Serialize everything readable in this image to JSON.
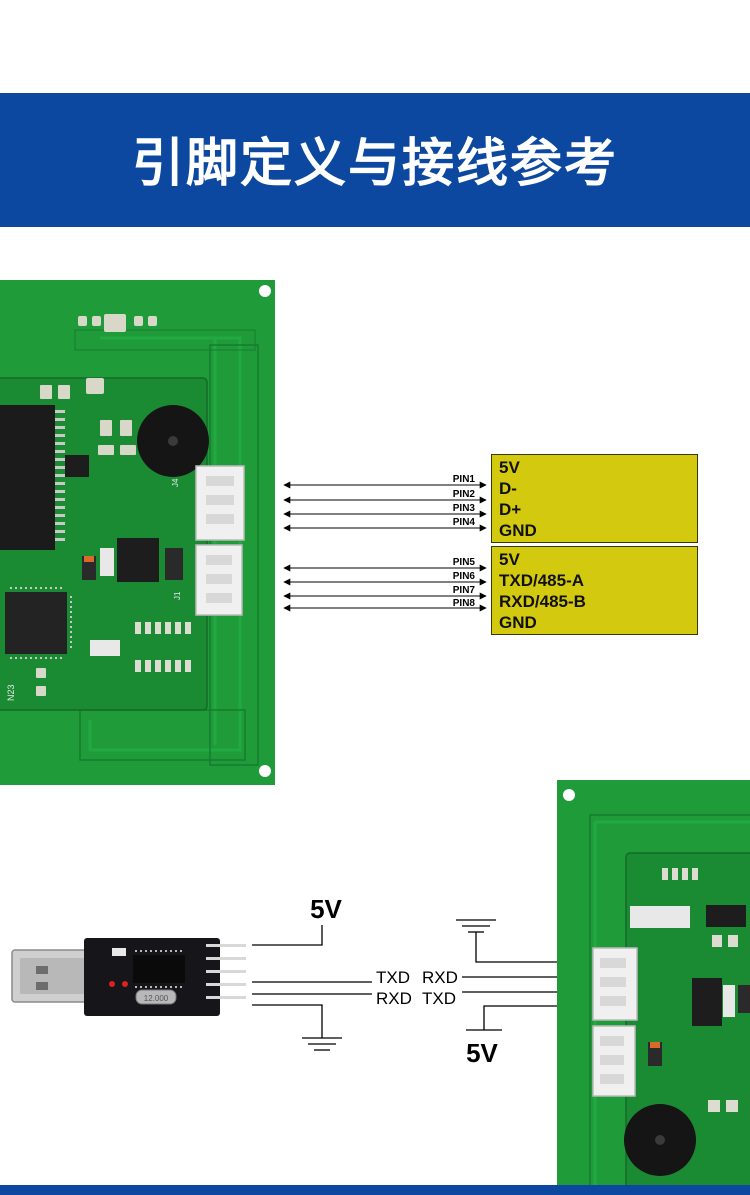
{
  "header": {
    "title": "引脚定义与接线参考"
  },
  "pinout": {
    "connector1": {
      "pins": [
        "PIN1",
        "PIN2",
        "PIN3",
        "PIN4"
      ],
      "signals": [
        "5V",
        "D-",
        "D+",
        "GND"
      ]
    },
    "connector2": {
      "pins": [
        "PIN5",
        "PIN6",
        "PIN7",
        "PIN8"
      ],
      "signals": [
        "5V",
        "TXD/485-A",
        "RXD/485-B",
        "GND"
      ]
    }
  },
  "board_labels": {
    "j4": "J4",
    "j1": "J1",
    "n23": "N23",
    "crystal": "12.000"
  },
  "wiring": {
    "usb_adapter": {
      "power": "5V",
      "line1": "TXD",
      "line2": "RXD"
    },
    "reader": {
      "line1": "RXD",
      "line2": "TXD",
      "power": "5V"
    }
  },
  "colors": {
    "banner": "#0c48a0",
    "pcb": "#1f9b3a",
    "pin_box": "#d3c90f",
    "usb_pcb": "#15151a"
  }
}
